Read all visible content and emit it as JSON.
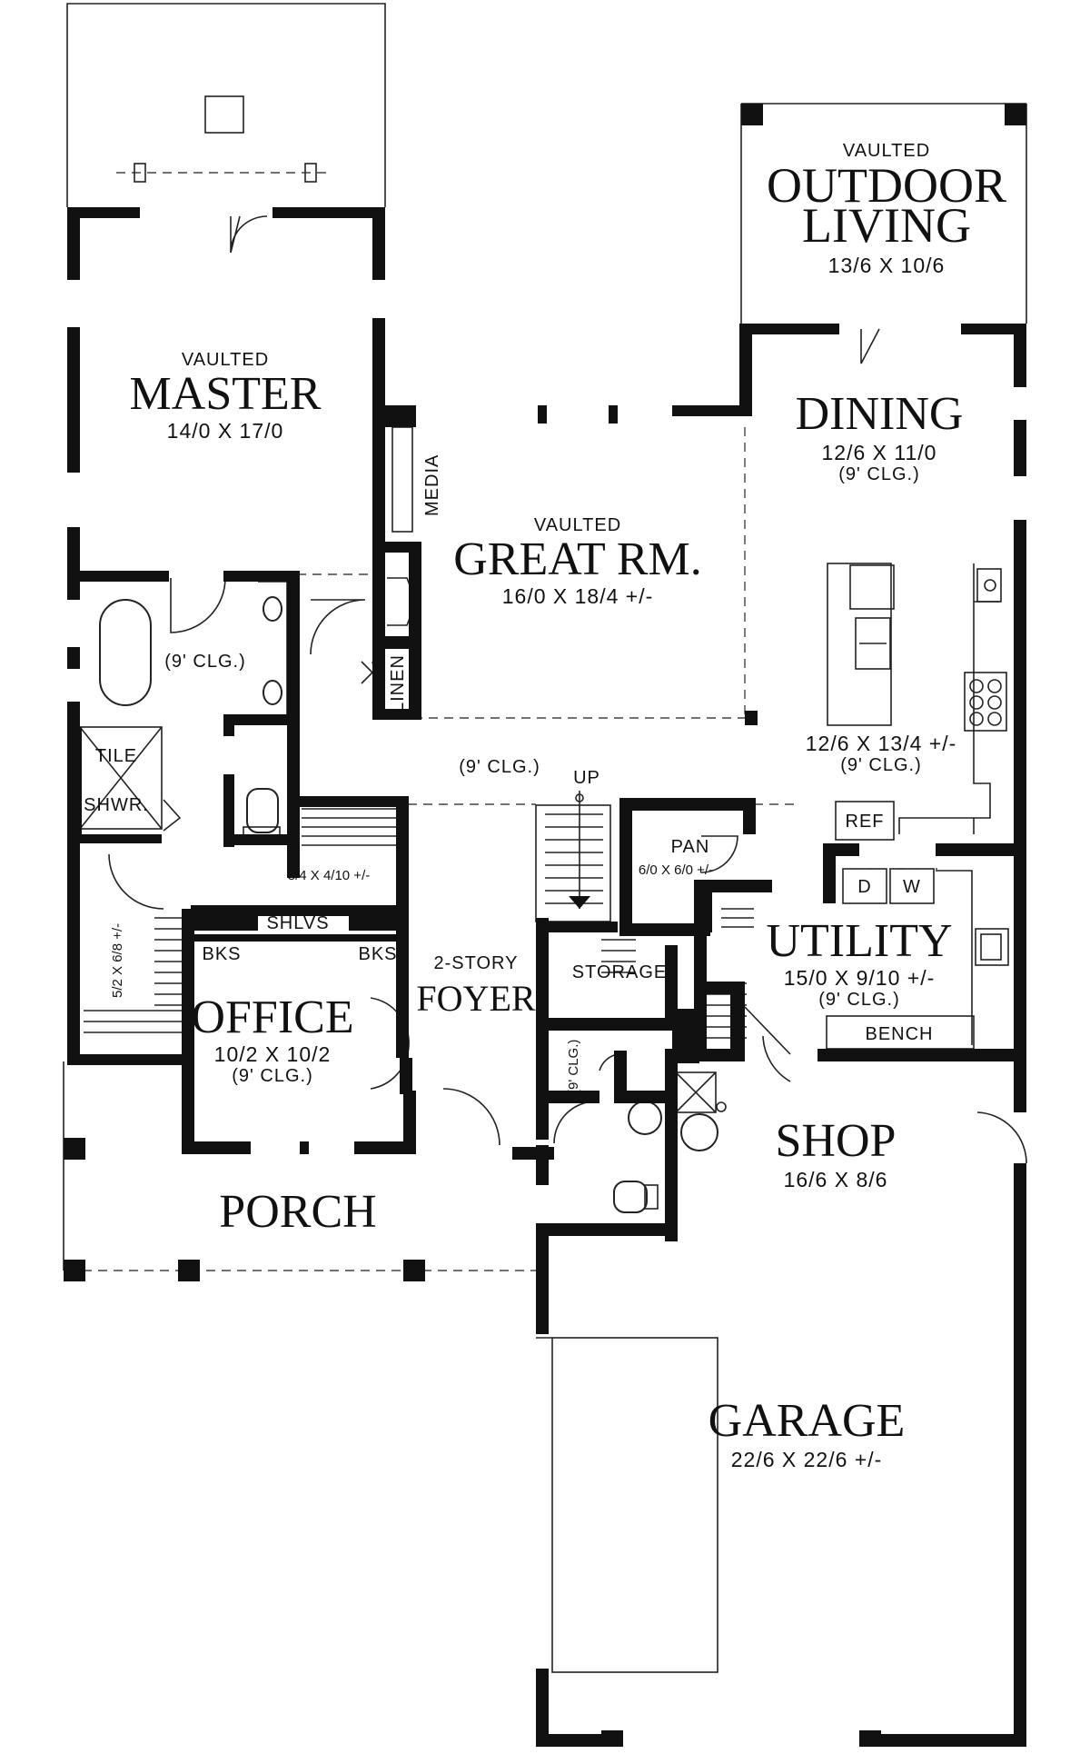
{
  "rooms": {
    "outdoor_living": {
      "note": "VAULTED",
      "name_line1": "OUTDOOR",
      "name_line2": "LIVING",
      "size": "13/6 X 10/6"
    },
    "master": {
      "note": "VAULTED",
      "name": "MASTER",
      "size": "14/0 X 17/0"
    },
    "dining": {
      "name": "DINING",
      "size": "12/6 X 11/0",
      "ceiling": "(9' CLG.)"
    },
    "great_room": {
      "note": "VAULTED",
      "name": "GREAT RM.",
      "size": "16/0 X 18/4 +/-"
    },
    "media": {
      "label": "MEDIA"
    },
    "linen": {
      "label": "LINEN"
    },
    "bath": {
      "ceiling": "(9' CLG.)"
    },
    "shower": {
      "label1": "TILE",
      "label2": "SHWR."
    },
    "kitchen": {
      "size": "12/6 X 13/4 +/-",
      "ceiling": "(9' CLG.)"
    },
    "hall": {
      "ceiling": "(9' CLG.)"
    },
    "stairs": {
      "label": "UP"
    },
    "walk_in_closet": {
      "size": "8/4 X 4/10 +/-"
    },
    "pantry": {
      "name": "PAN",
      "size": "6/0 X 6/0 +/-"
    },
    "fridge": {
      "label": "REF"
    },
    "washer_dryer": {
      "dryer": "D",
      "washer": "W"
    },
    "utility": {
      "name": "UTILITY",
      "size": "15/0 X 9/10 +/-",
      "ceiling": "(9' CLG.)"
    },
    "bench": {
      "label": "BENCH"
    },
    "shelves": {
      "label": "SHLVS"
    },
    "bookshelves": {
      "left": "BKS",
      "right": "BKS"
    },
    "closet": {
      "size": "5/2 X 6/8 +/-"
    },
    "office": {
      "name": "OFFICE",
      "size": "10/2 X 10/2",
      "ceiling": "(9' CLG.)"
    },
    "foyer": {
      "note": "2-STORY",
      "name": "FOYER"
    },
    "storage": {
      "name": "STORAGE"
    },
    "powder": {
      "ceiling": "(9' CLG.)"
    },
    "shop": {
      "name": "SHOP",
      "size": "16/6 X 8/6"
    },
    "porch": {
      "name": "PORCH"
    },
    "garage": {
      "name": "GARAGE",
      "size": "22/6 X 22/6 +/-"
    }
  }
}
